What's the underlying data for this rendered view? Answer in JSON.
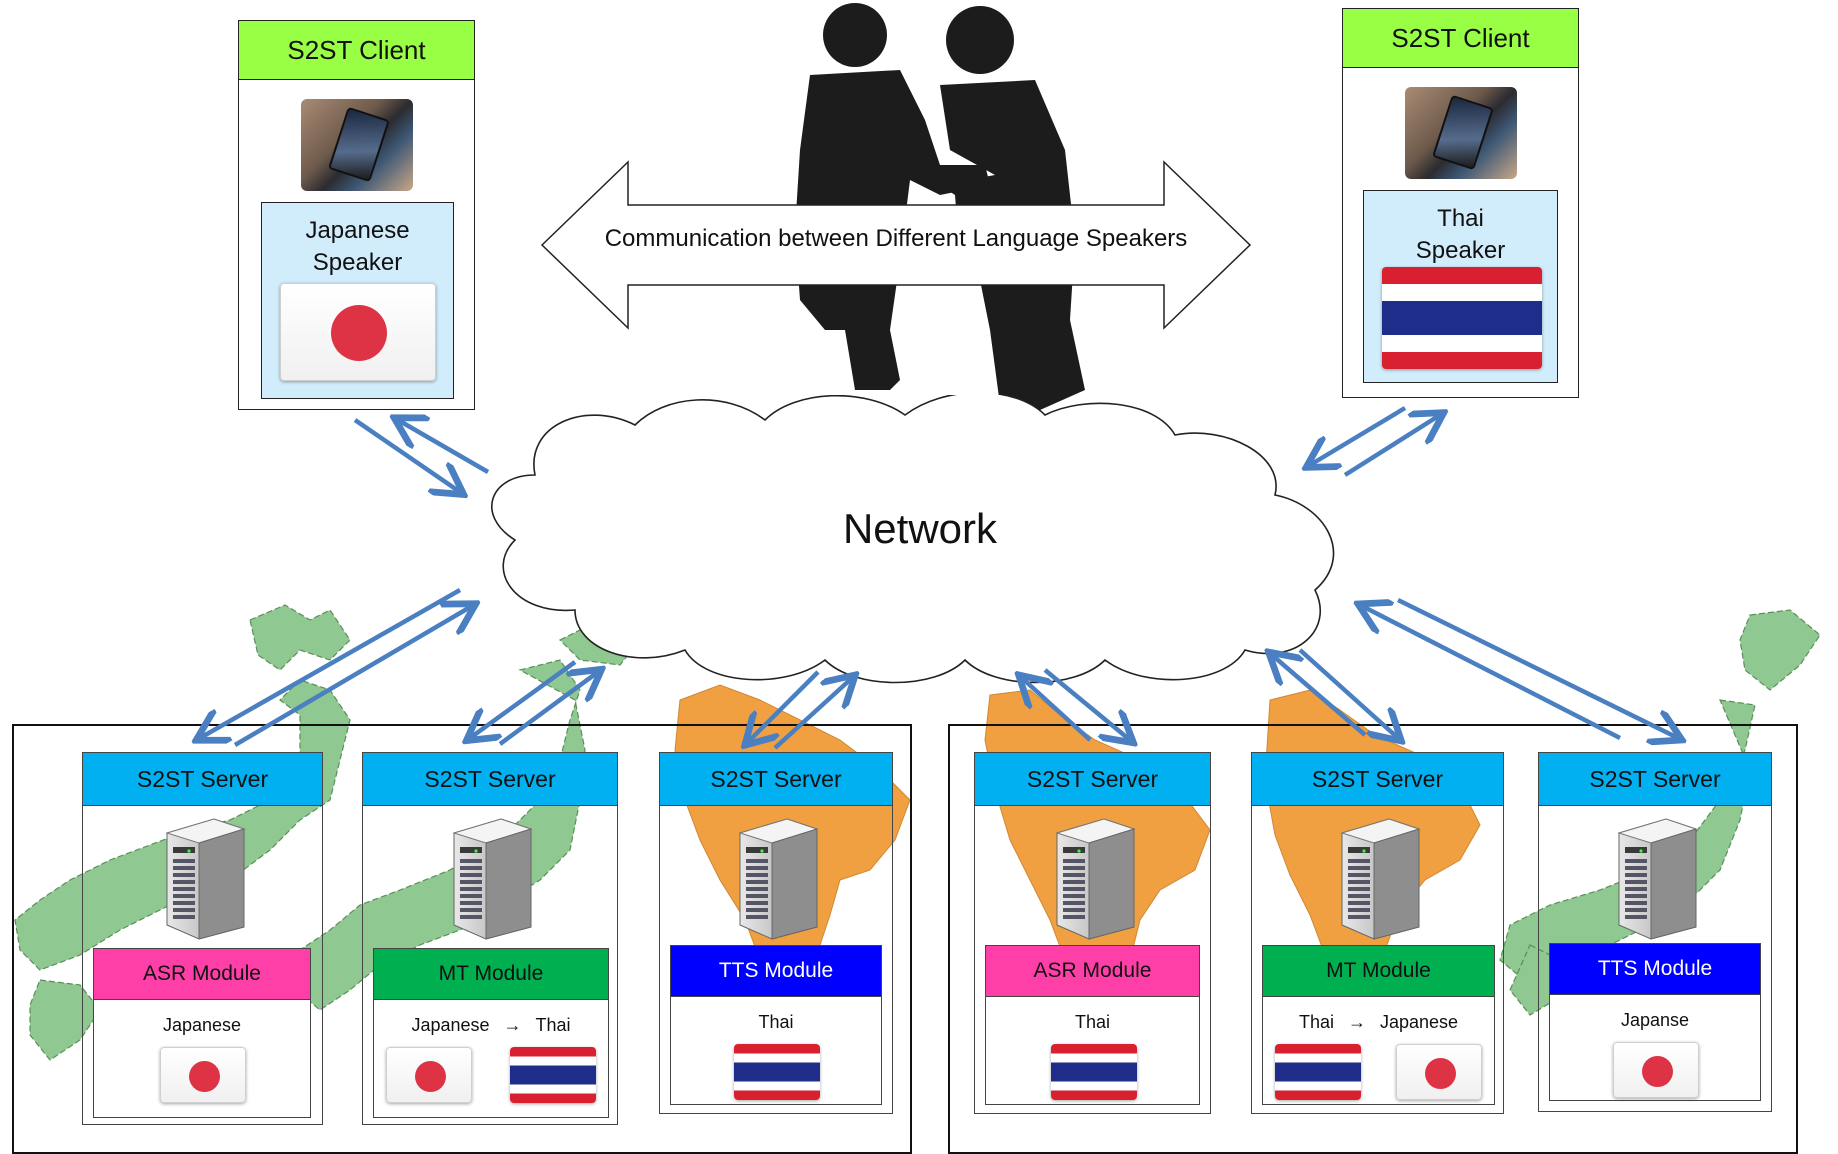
{
  "top": {
    "communication_label": "Communication between Different Language Speakers",
    "network_label": "Network"
  },
  "clients": {
    "left": {
      "title": "S2ST Client",
      "speaker_line1": "Japanese",
      "speaker_line2": "Speaker",
      "flag": "japan-flag"
    },
    "right": {
      "title": "S2ST Client",
      "speaker_line1": "Thai",
      "speaker_line2": "Speaker",
      "flag": "thailand-flag"
    }
  },
  "servers": [
    {
      "title": "S2ST Server",
      "module": "ASR Module",
      "module_color": "#ff3fa8",
      "lang_from": "Japanese",
      "lang_to": "",
      "flags": [
        "japan"
      ]
    },
    {
      "title": "S2ST Server",
      "module": "MT Module",
      "module_color": "#00b050",
      "lang_from": "Japanese",
      "lang_to": "Thai",
      "flags": [
        "japan",
        "thailand"
      ]
    },
    {
      "title": "S2ST Server",
      "module": "TTS Module",
      "module_color": "#0000ff",
      "lang_from": "Thai",
      "lang_to": "",
      "flags": [
        "thailand"
      ]
    },
    {
      "title": "S2ST Server",
      "module": "ASR Module",
      "module_color": "#ff3fa8",
      "lang_from": "Thai",
      "lang_to": "",
      "flags": [
        "thailand"
      ]
    },
    {
      "title": "S2ST Server",
      "module": "MT Module",
      "module_color": "#00b050",
      "lang_from": "Thai",
      "lang_to": "Japanese",
      "flags": [
        "thailand",
        "japan"
      ]
    },
    {
      "title": "S2ST Server",
      "module": "TTS Module",
      "module_color": "#0000ff",
      "lang_from": "Japanse",
      "lang_to": "",
      "flags": [
        "japan"
      ]
    }
  ],
  "arrow_glyph": "→",
  "colors": {
    "client_header": "#99ff44",
    "speaker_bg": "#d1ecfb",
    "server_header": "#00b0f0",
    "flow_arrow": "#4a7fc1",
    "japan_map": "#8fc890",
    "thailand_map": "#f0a040"
  }
}
